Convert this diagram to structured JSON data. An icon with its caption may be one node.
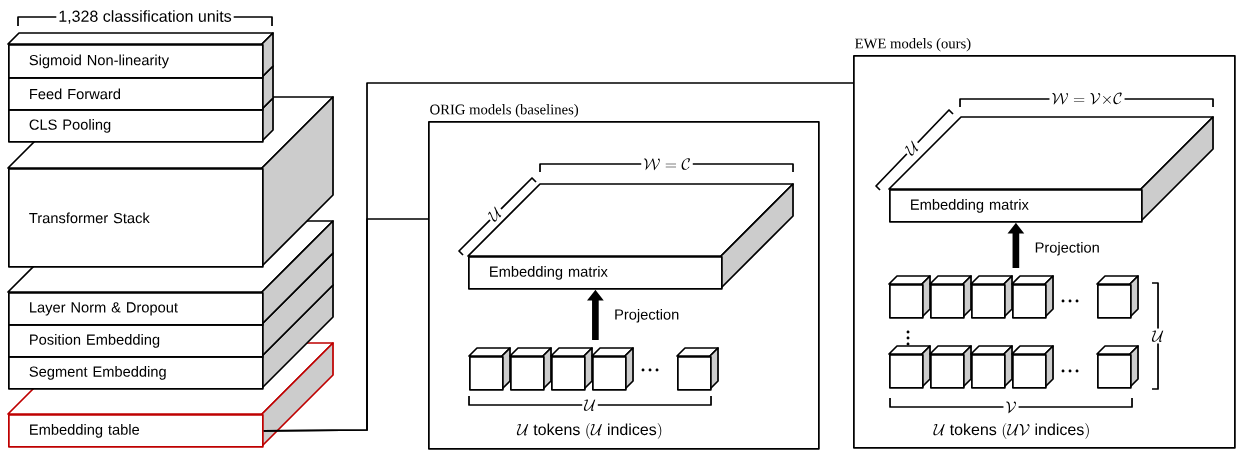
{
  "diagram": {
    "nodes": [
      {
        "text": [
          "Sigmoid Non-linearity"
        ]
      },
      {
        "text": [
          "Feed Forward"
        ]
      },
      {
        "text": [
          "CLS Pooling"
        ]
      },
      {
        "text": [
          "Transformer Stack"
        ]
      },
      {
        "text": [
          "Layer Norm & Dropout"
        ]
      },
      {
        "text": [
          "Position Embedding"
        ]
      },
      {
        "text": [
          "Segment Embedding"
        ]
      },
      {
        "text": [
          "Embedding table"
        ]
      },
      {
        "text": [
          "ORIG models (baselines)"
        ]
      },
      {
        "text": [
          "Embedding matrix"
        ],
        "in": 8
      },
      {
        "text": [],
        "shape": "cube",
        "in": 8
      },
      {
        "text": [],
        "shape": "cube",
        "in": 8
      },
      {
        "text": [],
        "shape": "cube",
        "in": 8
      },
      {
        "text": [],
        "shape": "cube",
        "in": 8
      },
      {
        "text": [],
        "shape": "cube",
        "in": 8
      },
      {
        "text": [
          "EWE models (ours)"
        ]
      },
      {
        "text": [
          "Embedding matrix"
        ],
        "in": 15
      },
      {
        "text": [],
        "shape": "cube",
        "in": 15
      },
      {
        "text": [],
        "shape": "cube",
        "in": 15
      },
      {
        "text": [],
        "shape": "cube",
        "in": 15
      },
      {
        "text": [],
        "shape": "cube",
        "in": 15
      },
      {
        "text": [],
        "shape": "cube",
        "in": 15
      },
      {
        "text": [],
        "shape": "cube",
        "in": 15
      },
      {
        "text": [],
        "shape": "cube",
        "in": 15
      },
      {
        "text": [],
        "shape": "cube",
        "in": 15
      },
      {
        "text": [],
        "shape": "cube",
        "in": 15
      },
      {
        "text": [],
        "shape": "cube",
        "in": 15
      }
    ],
    "edges": [
      {
        "from": 7,
        "to": 8,
        "arrow": "none"
      },
      {
        "from": 7,
        "to": 15,
        "arrow": "none"
      },
      {
        "from": 12,
        "to": 9,
        "arrow": "to",
        "label": "Projection",
        "style": "thick"
      },
      {
        "from": 20,
        "to": 16,
        "arrow": "to",
        "label": "Projection",
        "style": "thick"
      }
    ],
    "labels": [
      "1,328 classification units",
      "\\mathcal{W} = \\mathcal{C}",
      "\\mathcal{U}",
      "\\mathcal{U}",
      "\\mathcal{U}\\text{ tokens }(\\mathcal{U}\\text{ indices})",
      "\\mathcal{W} = \\mathcal{V}{\\times}\\mathcal{C}",
      "\\mathcal{U}",
      "\\mathcal{U}",
      "\\mathcal{V}",
      "\\mathcal{U}\\text{ tokens }(\\mathcal{U}\\mathcal{V}\\text{ indices})"
    ]
  }
}
